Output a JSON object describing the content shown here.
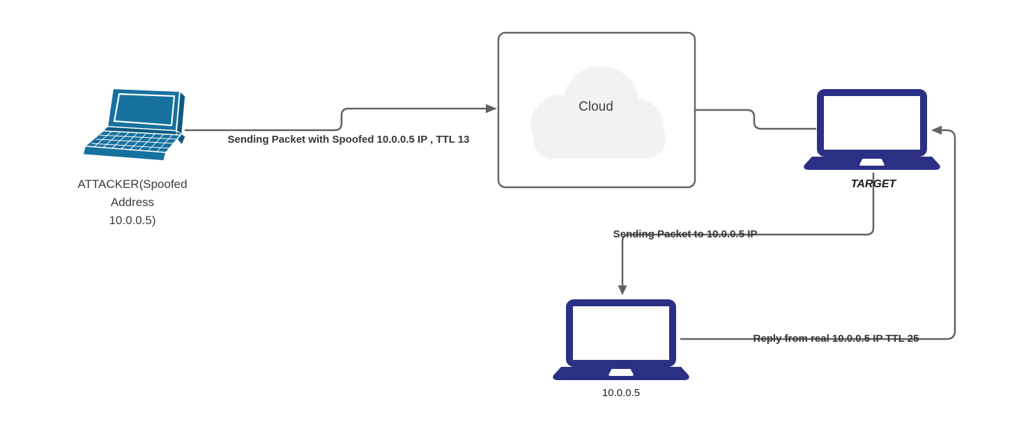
{
  "diagram": {
    "nodes": {
      "attacker": {
        "label": "ATTACKER(Spoofed\nAddress\n10.0.0.5)",
        "icon": "laptop-perspective-icon"
      },
      "cloud": {
        "label": "Cloud",
        "icon": "cloud-icon"
      },
      "target": {
        "label": "TARGET",
        "icon": "laptop-front-icon"
      },
      "real_host": {
        "label": "10.0.0.5",
        "icon": "laptop-front-icon"
      }
    },
    "edges": {
      "attacker_to_cloud": {
        "label": "Sending Packet with Spoofed 10.0.0.5 IP , TTL 13"
      },
      "cloud_to_target": {
        "label": ""
      },
      "target_to_real_host": {
        "label": "Sending Packet to 10.0.0.5 IP"
      },
      "real_host_to_target": {
        "label": "Reply from real 10.0.0.5 IP TTL 25"
      }
    }
  },
  "colors": {
    "navy": "#2B3084",
    "teal": "#17719F",
    "teal_dark": "#0D5A80",
    "line": "#616161",
    "label": "#333333",
    "cloud_fill": "#F2F2F2",
    "cloud_border": "#666666",
    "bg": "#FFFFFF"
  }
}
